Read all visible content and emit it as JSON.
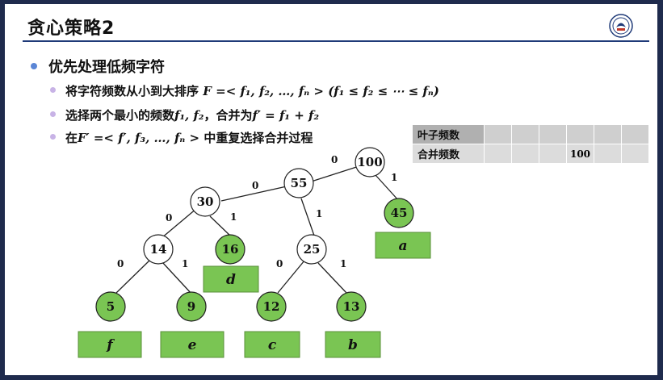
{
  "slide": {
    "title": "贪心策略2",
    "bullet_main": "优先处理低频字符",
    "sub1_text": "将字符频数从小到大排序",
    "sub1_math": "F =< f₁, f₂, …, fₙ >  (f₁ ≤ f₂ ≤ ⋯ ≤ fₙ)",
    "sub2_text": "选择两个最小的频数",
    "sub2_math1": "f₁, f₂",
    "sub2_text2": "，合并为",
    "sub2_math2": "f′ = f₁ + f₂",
    "sub3_text": "在",
    "sub3_math": "F′ =< f′, f₃, …, fₙ >",
    "sub3_text2": "中重复选择合并过程"
  },
  "table": {
    "row1_label": "叶子频数",
    "row2_label": "合并频数",
    "row1_values": [
      "",
      "",
      "",
      "",
      "",
      ""
    ],
    "row2_values": [
      "",
      "",
      "",
      "100",
      "",
      ""
    ]
  },
  "tree": {
    "nodes": {
      "n100": "100",
      "n55": "55",
      "n45": "45",
      "n30": "30",
      "n25": "25",
      "n14": "14",
      "n16": "16",
      "n5": "5",
      "n9": "9",
      "n12": "12",
      "n13": "13"
    },
    "edge_labels": {
      "e100_55": "0",
      "e100_45": "1",
      "e55_30": "0",
      "e55_25": "1",
      "e30_14": "0",
      "e30_16": "1",
      "e14_5": "0",
      "e14_9": "1",
      "e25_12": "0",
      "e25_13": "1"
    },
    "leaf_labels": {
      "a": "a",
      "d": "d",
      "f": "f",
      "e": "e",
      "c": "c",
      "b": "b"
    }
  },
  "colors": {
    "merged_node": "#ffffff",
    "leaf_node": "#7ac553",
    "leaf_box": "#7ac553",
    "accent": "#1f3a78"
  }
}
